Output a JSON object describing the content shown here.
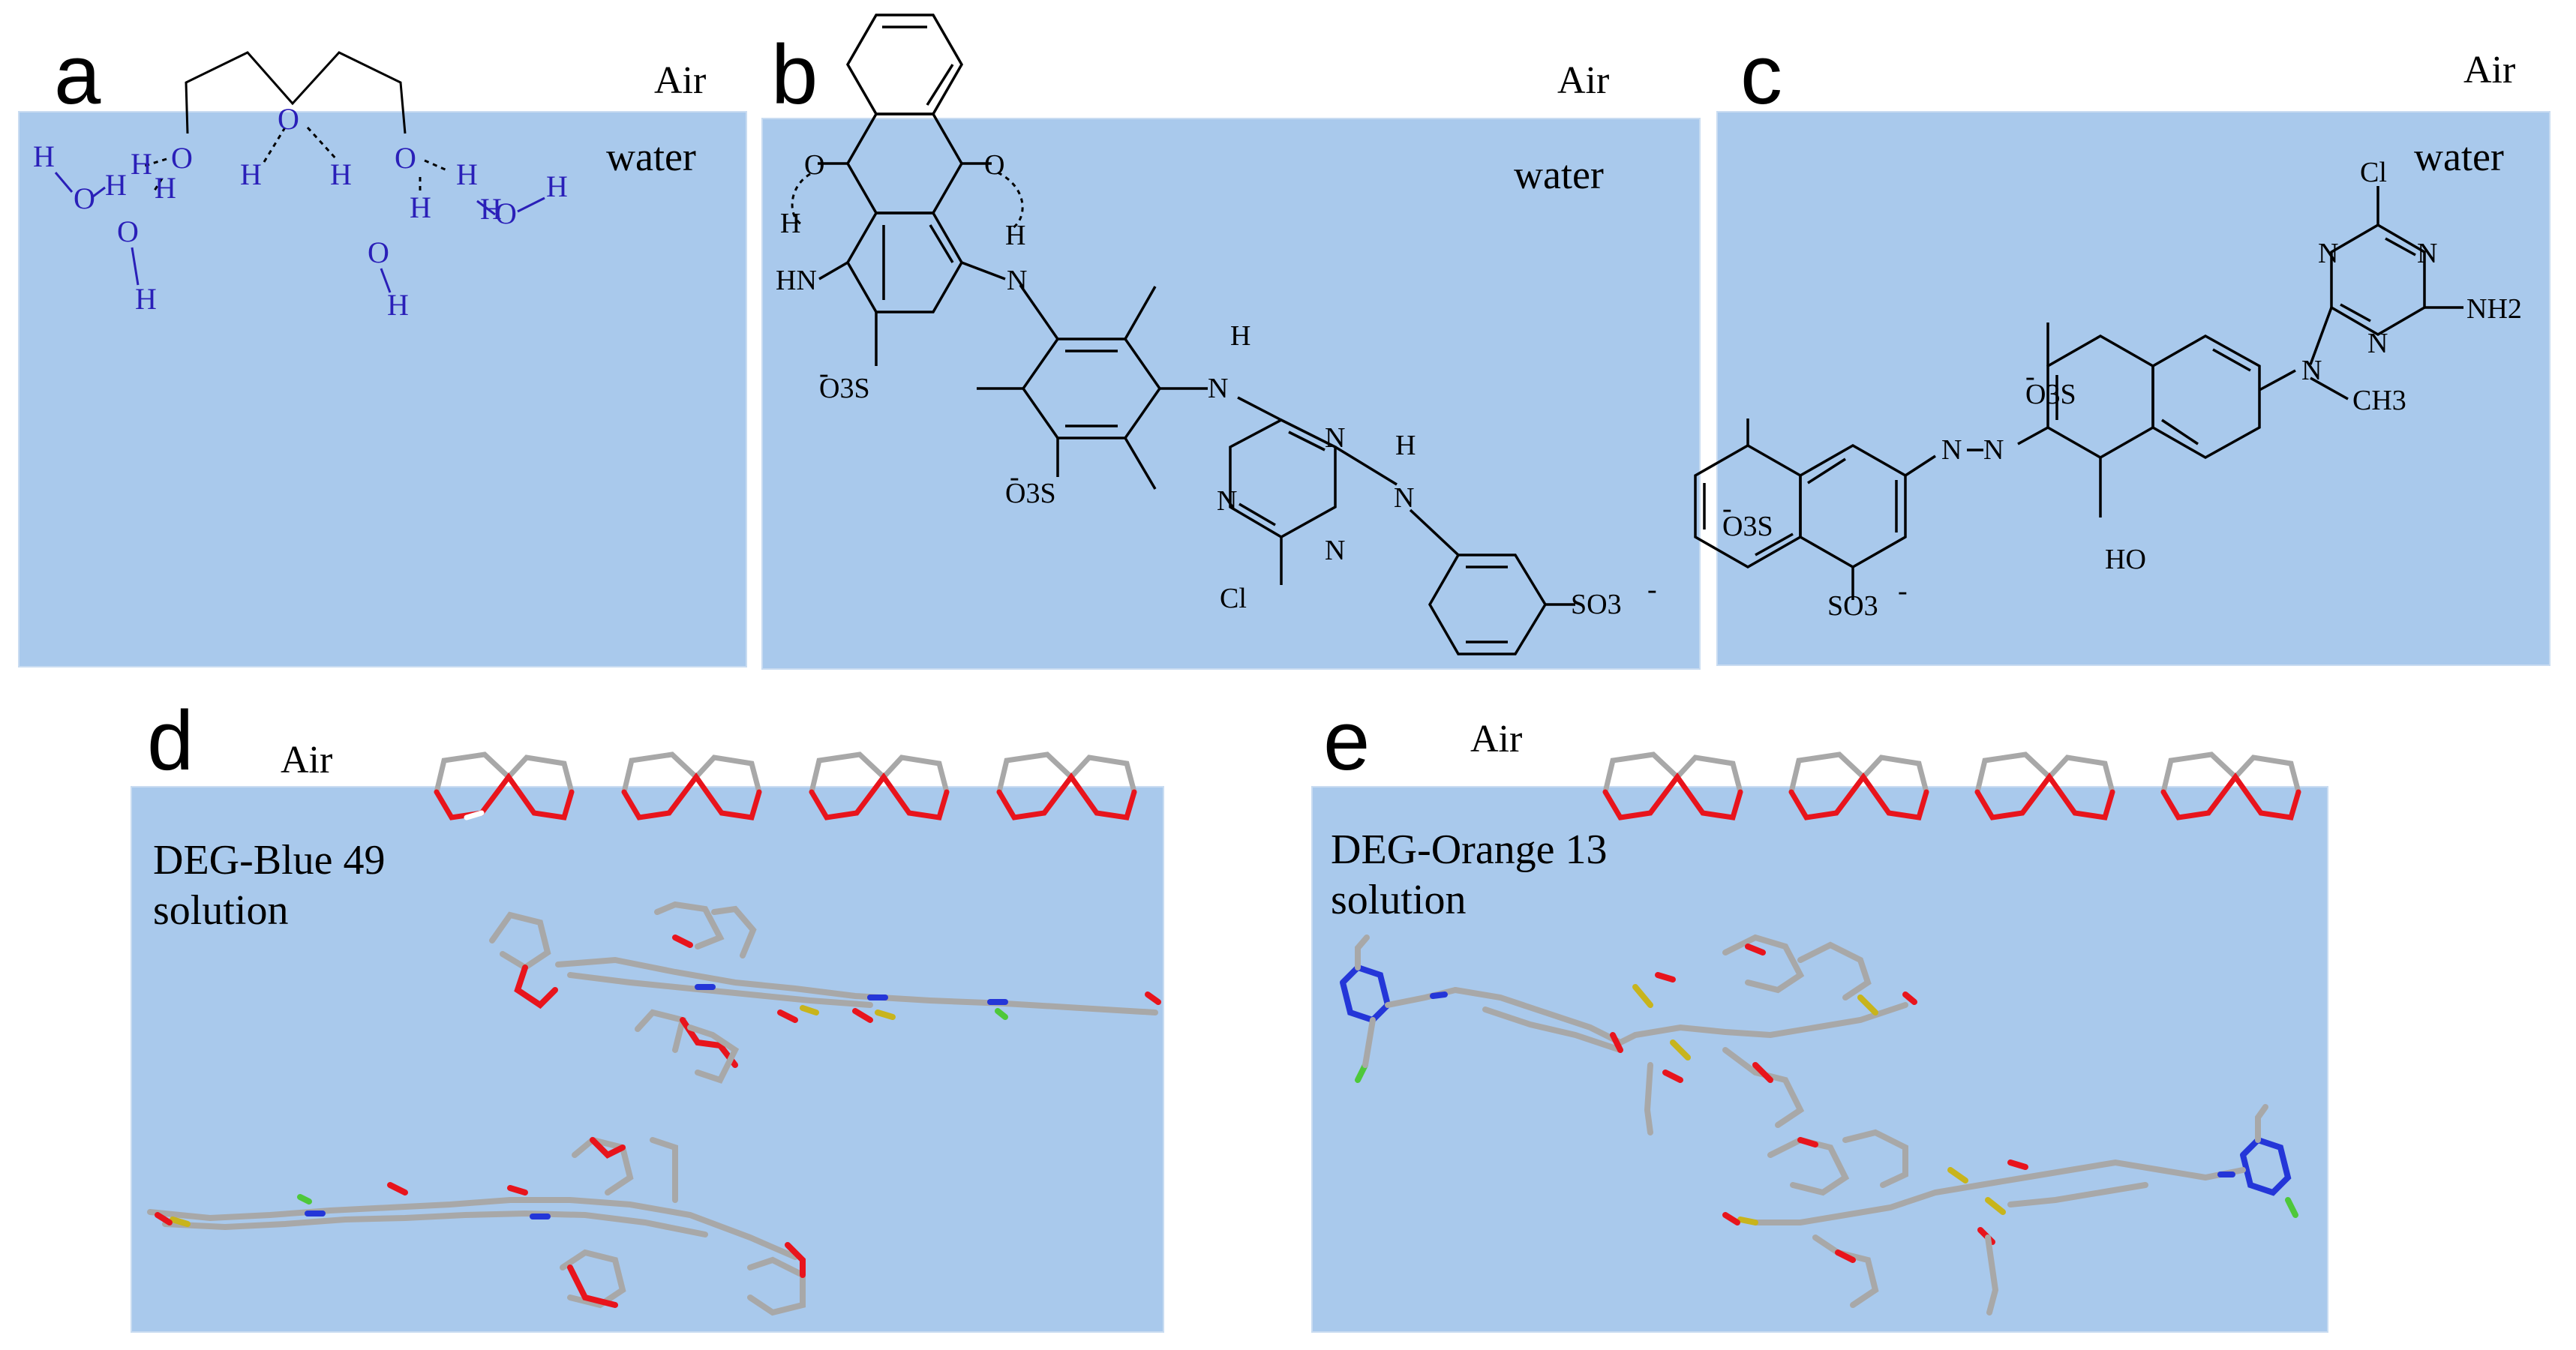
{
  "panels": {
    "a": {
      "label": "a",
      "air": "Air",
      "water": "water"
    },
    "b": {
      "label": "b",
      "air": "Air",
      "water": "water"
    },
    "c": {
      "label": "c",
      "air": "Air",
      "water": "water"
    },
    "d": {
      "label": "d",
      "air": "Air",
      "solution": "DEG-Blue 49 solution"
    },
    "e": {
      "label": "e",
      "air": "Air",
      "solution": "DEG-Orange 13 solution"
    }
  },
  "chem_labels": {
    "a": {
      "O": "O",
      "H": "H"
    },
    "b": {
      "O": "O",
      "H": "H",
      "HN": "HN",
      "N": "N",
      "Cl": "Cl",
      "O3S": "O3S",
      "SO3": "SO3",
      "neg": "-"
    },
    "c": {
      "Cl": "Cl",
      "N": "N",
      "NH2": "NH2",
      "CH3": "CH3",
      "HO": "HO",
      "O3S": "O3S",
      "SO3": "SO3",
      "neg": "-"
    }
  },
  "colors": {
    "panel_fill": "#a9c9ec",
    "hydrogen_bond_text": "#2a1fb8",
    "stick_gray": "#a8a8a8",
    "oxygen_red": "#e8141c",
    "nitrogen_blue": "#2436d8",
    "sulfur_yellow": "#c8b41c",
    "chlorine_green": "#4ec83a"
  }
}
